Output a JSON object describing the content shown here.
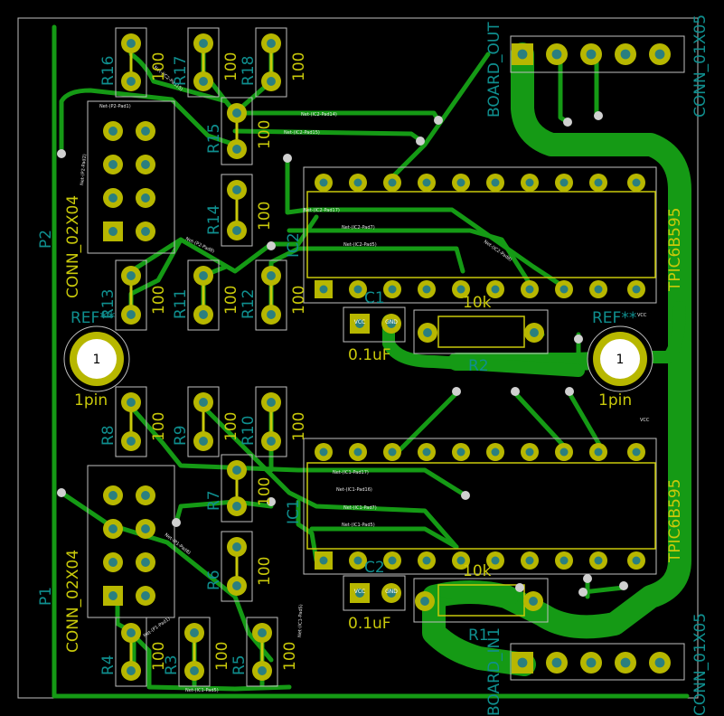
{
  "colors": {
    "background": "#000000",
    "copper": "#159a15",
    "pad": "#b7b700",
    "drill": "#2a7f7f",
    "silkscreen": "#c0c0c0",
    "reference": "#0f8f8f",
    "value": "#c9c90a",
    "via": "#d0d0d0"
  },
  "connectors": {
    "p1": {
      "ref": "P1",
      "value": "CONN_02X04"
    },
    "p2": {
      "ref": "P2",
      "value": "CONN_02X04"
    },
    "board_out": {
      "ref": "BOARD_OUT",
      "value": "CONN_01X05"
    },
    "board_in": {
      "ref": "BOARD_IN1",
      "value": "CONN_01X05"
    }
  },
  "ics": {
    "ic1": {
      "ref": "IC1",
      "value": "TPIC6B595"
    },
    "ic2": {
      "ref": "IC2",
      "value": "TPIC6B595"
    }
  },
  "mounting": {
    "left": {
      "ref": "REF**",
      "value": "1pin",
      "pad": "1"
    },
    "right": {
      "ref": "REF**",
      "value": "1pin",
      "pad": "1"
    }
  },
  "caps": {
    "c1": {
      "ref": "C1",
      "value": "0.1uF",
      "pins": [
        "VCC",
        "GND"
      ]
    },
    "c2": {
      "ref": "C2",
      "value": "0.1uF",
      "pins": [
        "VCC",
        "GND"
      ]
    }
  },
  "pots": {
    "r1": {
      "ref": "R1",
      "value": "10k"
    },
    "r2": {
      "ref": "R2",
      "value": "10k"
    }
  },
  "resistors": {
    "r3": "R3",
    "r4": "R4",
    "r5": "R5",
    "r6": "R6",
    "r7": "R7",
    "r8": "R8",
    "r9": "R9",
    "r10": "R10",
    "r11": "R11",
    "r12": "R12",
    "r13": "R13",
    "r14": "R14",
    "r15": "R15",
    "r16": "R16",
    "r17": "R17",
    "r18": "R18",
    "value": "100"
  },
  "nets": {
    "ic2_pad14": "Net-(IC2-Pad14)",
    "ic2_pad15": "Net-(IC2-Pad15)",
    "ic2_pad17": "Net-(IC2-Pad17)",
    "ic2_pad7": "Net-(IC2-Pad7)",
    "ic2_pad5": "Net-(IC2-Pad5)",
    "ic2_pad8": "Net-(IC2-Pad8)",
    "p2_pad1": "Net-(P2-Pad1)",
    "p2_pad2": "Net-(P2-Pad2)",
    "p2_pad8": "Net-(P2-Pad8)",
    "ic1_pad17": "Net-(IC1-Pad17)",
    "ic1_pad16": "Net-(IC1-Pad16)",
    "ic1_pad7": "Net-(IC1-Pad7)",
    "ic1_pad5": "Net-(IC1-Pad5)",
    "ic1_pad6": "Net-(IC1-Pad6)",
    "p1_pad1": "Net-(P1-Pad1)",
    "p1_pad8": "Net-(P1-Pad8)",
    "vcc": "VCC"
  }
}
